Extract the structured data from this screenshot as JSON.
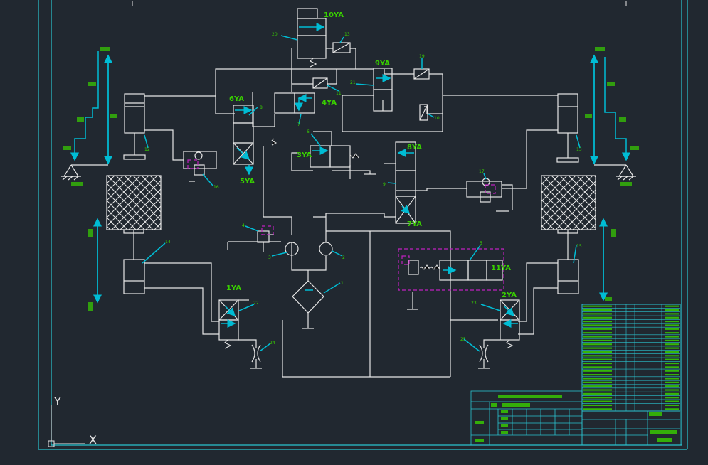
{
  "colors": {
    "background": "#212830",
    "line": "#e6e6e6",
    "label": "#39d000",
    "accent": "#00bcd4",
    "dashed": "#c020c0",
    "frame": "#2bc4d0"
  },
  "labels": {
    "ya10": "10YA",
    "ya9": "9YA",
    "ya6": "6YA",
    "ya4": "4YA",
    "ya3": "3YA",
    "ya8": "8YA",
    "ya5": "5YA",
    "ya7": "7YA",
    "ya11": "11YA",
    "ya1": "1YA",
    "ya2": "2YA"
  },
  "numbers": {
    "n1": "1",
    "n2": "2",
    "n3": "3",
    "n4": "4",
    "n5": "5",
    "n6": "6",
    "n7": "7",
    "n8": "8",
    "n9": "9",
    "n10": "10",
    "n11": "11",
    "n12": "12",
    "n13": "13",
    "n14": "14",
    "n15": "15",
    "n16": "16",
    "n17": "17",
    "n18": "18",
    "n19": "19",
    "n20": "20",
    "n21": "21",
    "n22": "22",
    "n23": "23",
    "n24": "24",
    "n25": "25"
  },
  "axis": {
    "y": "Y",
    "x": "X"
  },
  "parts_table_rows": 28
}
